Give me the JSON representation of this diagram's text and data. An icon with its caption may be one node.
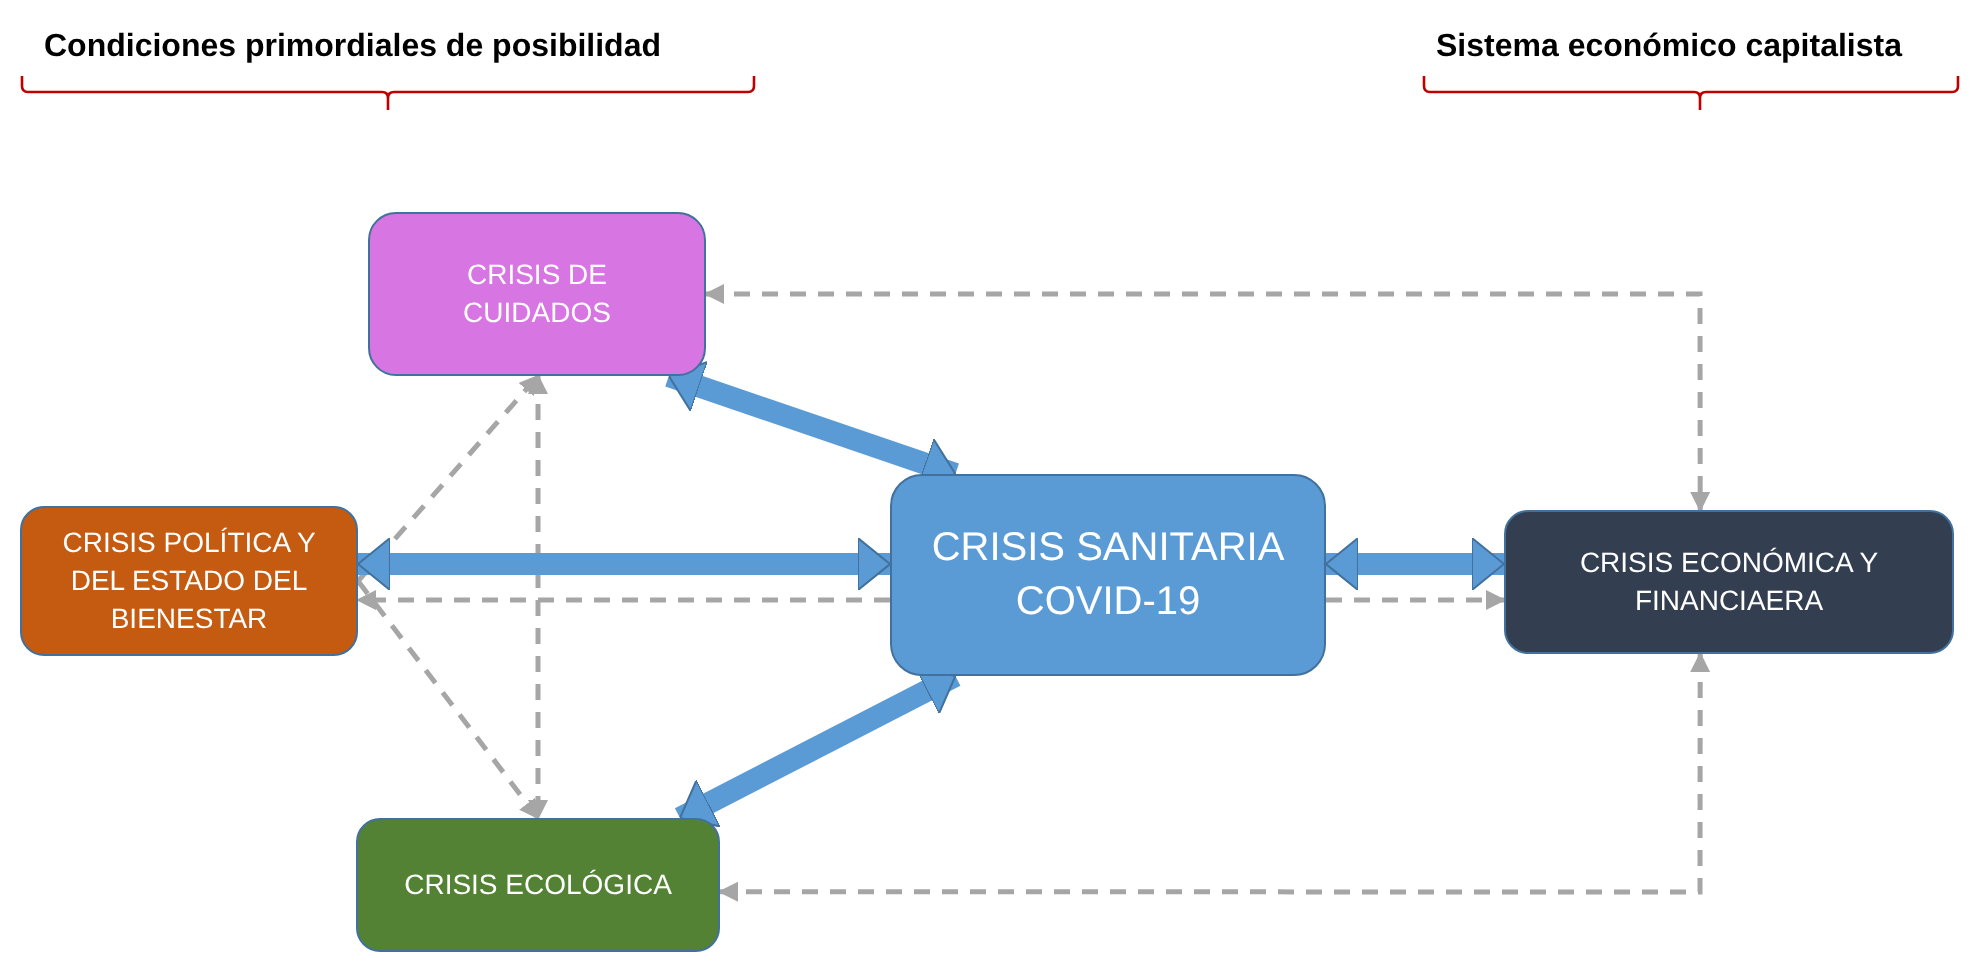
{
  "diagram": {
    "nodes": [
      {
        "text": [
          "CRISIS DE CUIDADOS"
        ]
      },
      {
        "text": [
          "CRISIS POLÍTICA Y DEL ESTADO DEL BIENESTAR"
        ]
      },
      {
        "text": [
          "CRISIS SANITARIA COVID-19"
        ]
      },
      {
        "text": [
          "CRISIS ECONÓMICA Y FINANCIAERA"
        ]
      },
      {
        "text": [
          "CRISIS ECOLÓGICA"
        ]
      }
    ],
    "edges": [
      {
        "from": 1,
        "to": 0,
        "arrow": "to",
        "style": "dashed"
      },
      {
        "from": 1,
        "to": 4,
        "arrow": "to",
        "style": "dashed"
      },
      {
        "from": 0,
        "to": 4,
        "arrow": "both",
        "style": "dashed"
      },
      {
        "from": 2,
        "to": 1,
        "arrow": "to",
        "style": "dashed"
      },
      {
        "from": 2,
        "to": 1,
        "arrow": "both",
        "style": "thick",
        "color": "#5b9bd5"
      },
      {
        "from": 0,
        "to": 2,
        "arrow": "both",
        "style": "thick",
        "color": "#5b9bd5"
      },
      {
        "from": 4,
        "to": 2,
        "arrow": "both",
        "style": "thick",
        "color": "#5b9bd5"
      },
      {
        "from": 2,
        "to": 3,
        "arrow": "to",
        "style": "dashed"
      },
      {
        "from": 2,
        "to": 3,
        "arrow": "both",
        "style": "thick",
        "color": "#5b9bd5"
      },
      {
        "from": 0,
        "to": 3,
        "arrow": "both",
        "style": "dashed"
      },
      {
        "from": 3,
        "to": 4,
        "arrow": "both",
        "style": "dashed"
      }
    ],
    "labels": [
      "Condiciones primordiales de posibilidad",
      "Sistema económico capitalista"
    ]
  }
}
